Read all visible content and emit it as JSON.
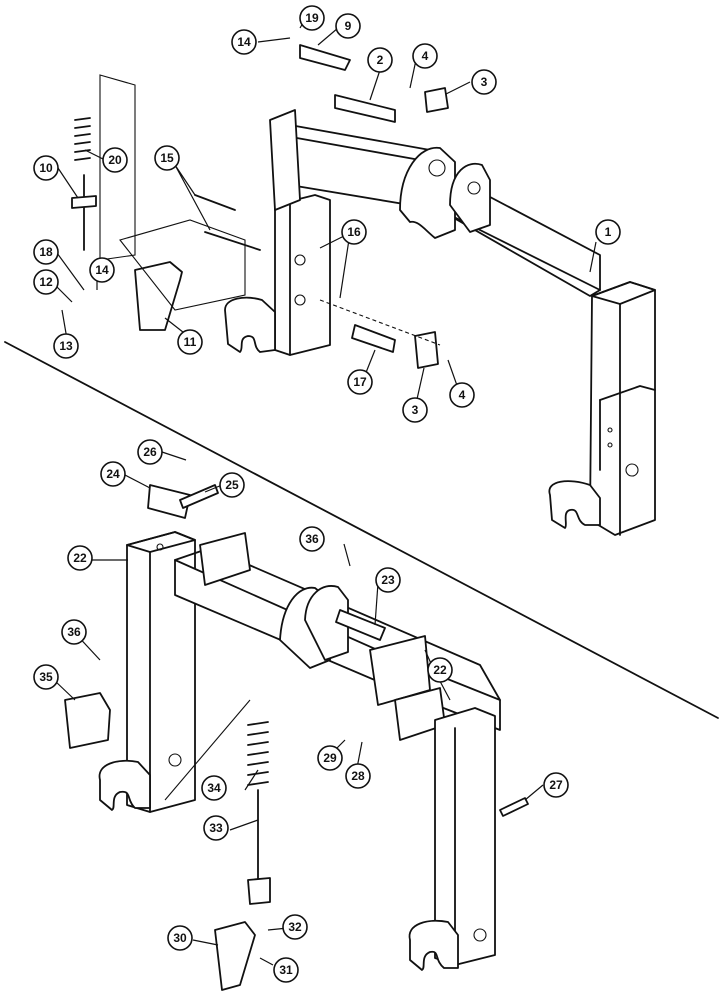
{
  "callouts": [
    {
      "id": "c1",
      "label": "1"
    },
    {
      "id": "c2",
      "label": "2"
    },
    {
      "id": "c3a",
      "label": "3"
    },
    {
      "id": "c3b",
      "label": "3"
    },
    {
      "id": "c4a",
      "label": "4"
    },
    {
      "id": "c4b",
      "label": "4"
    },
    {
      "id": "c9",
      "label": "9"
    },
    {
      "id": "c10",
      "label": "10"
    },
    {
      "id": "c11",
      "label": "11"
    },
    {
      "id": "c12",
      "label": "12"
    },
    {
      "id": "c13",
      "label": "13"
    },
    {
      "id": "c14a",
      "label": "14"
    },
    {
      "id": "c14b",
      "label": "14"
    },
    {
      "id": "c15",
      "label": "15"
    },
    {
      "id": "c16",
      "label": "16"
    },
    {
      "id": "c17",
      "label": "17"
    },
    {
      "id": "c18",
      "label": "18"
    },
    {
      "id": "c19",
      "label": "19"
    },
    {
      "id": "c20",
      "label": "20"
    },
    {
      "id": "c22a",
      "label": "22"
    },
    {
      "id": "c22b",
      "label": "22"
    },
    {
      "id": "c23",
      "label": "23"
    },
    {
      "id": "c24",
      "label": "24"
    },
    {
      "id": "c25",
      "label": "25"
    },
    {
      "id": "c26",
      "label": "26"
    },
    {
      "id": "c27",
      "label": "27"
    },
    {
      "id": "c28",
      "label": "28"
    },
    {
      "id": "c29",
      "label": "29"
    },
    {
      "id": "c30",
      "label": "30"
    },
    {
      "id": "c31",
      "label": "31"
    },
    {
      "id": "c32",
      "label": "32"
    },
    {
      "id": "c33",
      "label": "33"
    },
    {
      "id": "c34",
      "label": "34"
    },
    {
      "id": "c35",
      "label": "35"
    },
    {
      "id": "c36a",
      "label": "36"
    },
    {
      "id": "c36b",
      "label": "36"
    }
  ]
}
